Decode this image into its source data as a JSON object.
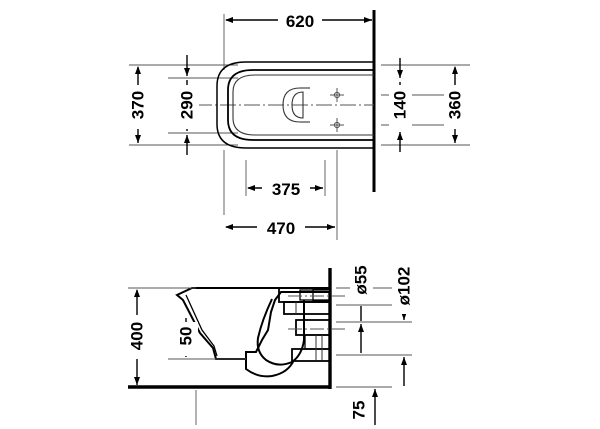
{
  "drawing": {
    "type": "technical-dimension-drawing",
    "subject": "wall-hung-toilet",
    "units": "mm",
    "views": [
      {
        "name": "plan-view",
        "position": "top"
      },
      {
        "name": "side-elevation-view",
        "position": "bottom"
      }
    ]
  },
  "dimensions": {
    "plan": {
      "overall_depth": "620",
      "overall_width": "370",
      "bowl_width": "290",
      "bowl_length": "375",
      "body_length": "470",
      "outlet_offset": "140",
      "fixing_spacing": "360"
    },
    "elevation": {
      "seat_height": "400",
      "base_clearance": "50",
      "outlet_height": "75",
      "outlet_diameter": "ø55",
      "waste_diameter": "ø102"
    }
  },
  "labels": {
    "d620": "620",
    "d370": "370",
    "d290": "290",
    "d140": "140",
    "d360": "360",
    "d375": "375",
    "d470": "470",
    "d400": "400",
    "d50": "50",
    "d75": "75",
    "d55": "ø55",
    "d102": "ø102"
  },
  "colors": {
    "line": "#000000",
    "thin_line": "#333333",
    "center_line": "#555555",
    "background": "#ffffff"
  }
}
